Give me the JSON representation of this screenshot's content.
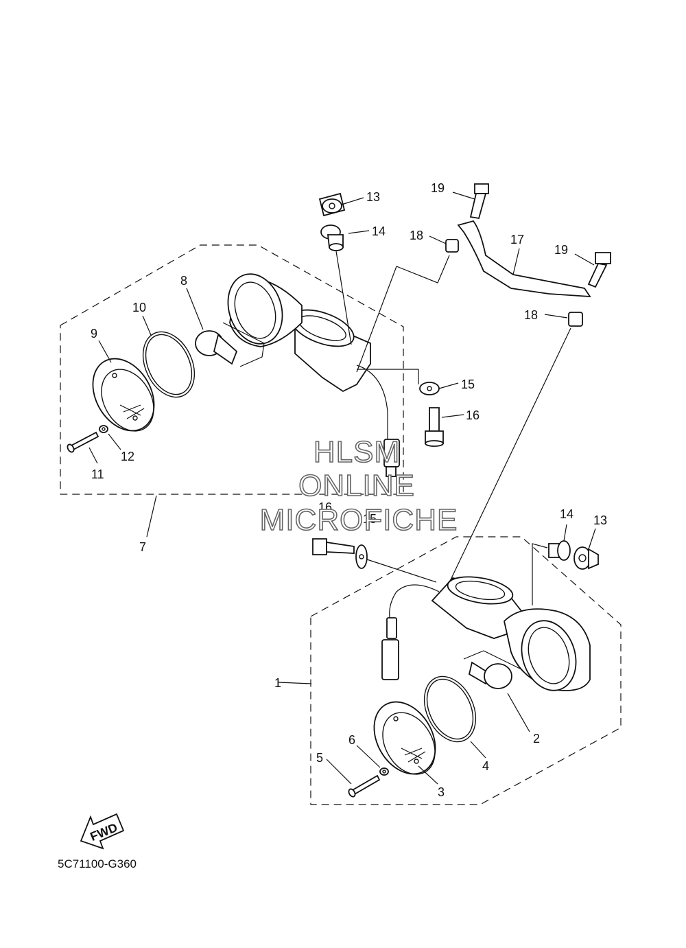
{
  "callouts": {
    "c1": "1",
    "c2": "2",
    "c3": "3",
    "c4": "4",
    "c5": "5",
    "c6": "6",
    "c7": "7",
    "c8": "8",
    "c9": "9",
    "c10": "10",
    "c11": "11",
    "c12": "12",
    "c13a": "13",
    "c13b": "13",
    "c14a": "14",
    "c14b": "14",
    "c15a": "15",
    "c15b": "15",
    "c16a": "16",
    "c16b": "16",
    "c17": "17",
    "c18a": "18",
    "c18b": "18",
    "c19a": "19",
    "c19b": "19"
  },
  "watermark": {
    "line1": "HLSM",
    "line2": "ONLINE",
    "line3": "MICROFICHE"
  },
  "fwd_arrow": {
    "label": "FWD",
    "icon": "fwd-arrow-icon"
  },
  "diagram_code": "5C71100-G360"
}
